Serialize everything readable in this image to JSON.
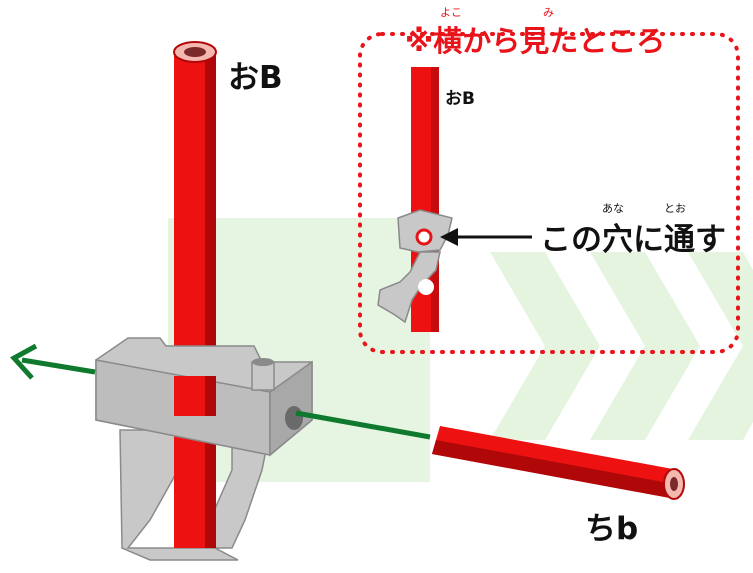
{
  "labels": {
    "title": "※横から見たところ",
    "title_ruby_yoko": "よこ",
    "title_ruby_mi": "み",
    "ob_main": "おB",
    "ob_side": "おB",
    "hole_instruction": "この穴に通す",
    "hole_ruby_ana": "あな",
    "hole_ruby_too": "とお",
    "chib": "ちb"
  },
  "colors": {
    "rod_red": "#ee1111",
    "rod_dark": "#b00808",
    "accent_red": "#e8141a",
    "arrow_green": "#0f7a2e",
    "chevron_green": "#e4f4df",
    "clip_gray": "#c8c8c8",
    "clip_dark": "#8a8a8a"
  },
  "icons": [
    "left-arrow-icon",
    "pointer-arrow-icon",
    "chevron-icon"
  ]
}
